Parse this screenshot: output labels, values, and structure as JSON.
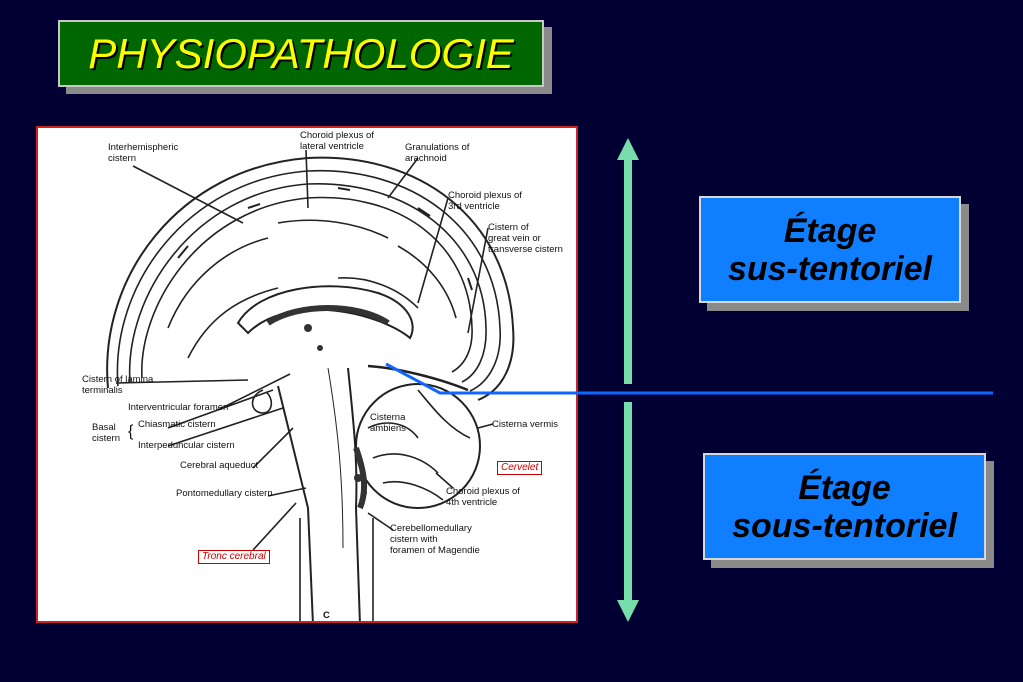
{
  "title": "PHYSIOPATHOLOGIE",
  "figure": {
    "labels": {
      "interhemispheric": "Interhemispheric\ncistern",
      "choroid_lateral": "Choroid plexus of\nlateral ventricle",
      "granulations": "Granulations of\narachnoid",
      "choroid_3rd": "Choroid plexus of\n3rd ventricle",
      "cistern_great_vein": "Cistern of\ngreat vein or\ntransverse cistern",
      "cistern_lamina": "Cistern of lamina\nterminalis",
      "interventricular": "Interventricular  foramen",
      "basal": "Basal\ncistern",
      "chiasmatic": "Chiasmatic cistern",
      "interpeduncular": "Interpeduncular cistern",
      "cerebral_aqueduct": "Cerebral aqueduct",
      "pontomedullary": "Pontomedullary cistern",
      "cisterna_ambiens": "Cisterna\nambiens",
      "cisterna_vermis": "Cisterna vermis",
      "choroid_4th": "Choroid plexus of\n4th ventricle",
      "cerebellomedullary": "Cerebellomedullary\ncistern with\nforamen of Magendie",
      "letter_c": "C"
    },
    "red_labels": {
      "cervelet": "Cervelet",
      "tronc": "Tronc cerebral"
    }
  },
  "panels": {
    "upper": "Étage\nsus-tentoriel",
    "lower": "Étage\nsous-tentoriel"
  },
  "colors": {
    "background": "#000033",
    "title_fill": "#006600",
    "title_text": "#ffff00",
    "panel_fill": "#0f7fff",
    "arrow": "#77ddaa",
    "divider_line": "#1166ff"
  }
}
